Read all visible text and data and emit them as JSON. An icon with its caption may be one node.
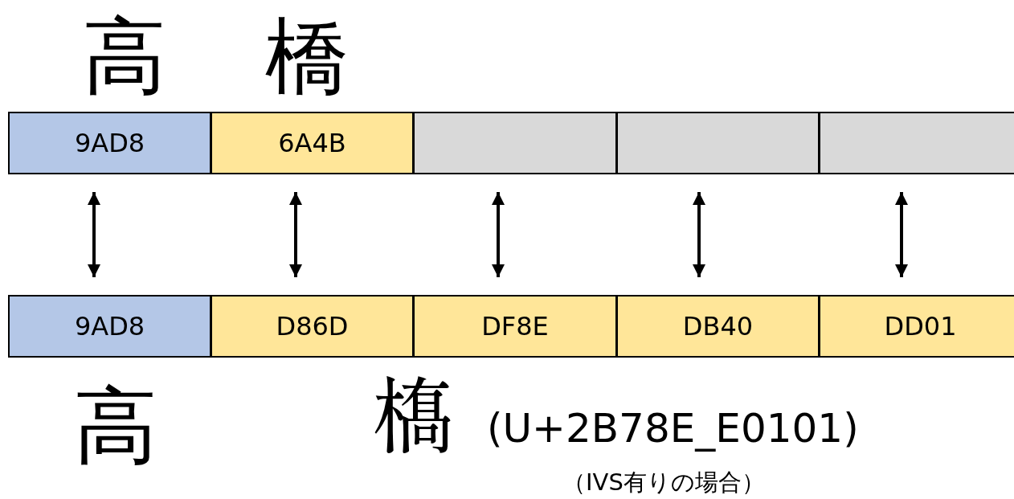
{
  "diagram": {
    "nodes": [
      {
        "text": [
          "9AD8"
        ]
      },
      {
        "text": [
          "6A4B"
        ]
      },
      {
        "text": [],
        "shape": "box"
      },
      {
        "text": [],
        "shape": "box"
      },
      {
        "text": [],
        "shape": "box"
      },
      {
        "text": [
          "9AD8"
        ]
      },
      {
        "text": [
          "D86D"
        ]
      },
      {
        "text": [
          "DF8E"
        ]
      },
      {
        "text": [
          "DB40"
        ]
      },
      {
        "text": [
          "DD01"
        ]
      }
    ],
    "edges": [
      {
        "from": 0,
        "to": 5,
        "arrow": "both"
      },
      {
        "from": 1,
        "to": 6,
        "arrow": "both"
      },
      {
        "from": 2,
        "to": 7,
        "arrow": "both"
      },
      {
        "from": 3,
        "to": 8,
        "arrow": "both"
      },
      {
        "from": 4,
        "to": 9,
        "arrow": "both"
      }
    ],
    "labels": [
      "高",
      "橋",
      "高",
      "𫞎󠄁",
      "(U+2B78E_E0101)",
      "（IVS有りの場合）"
    ]
  }
}
